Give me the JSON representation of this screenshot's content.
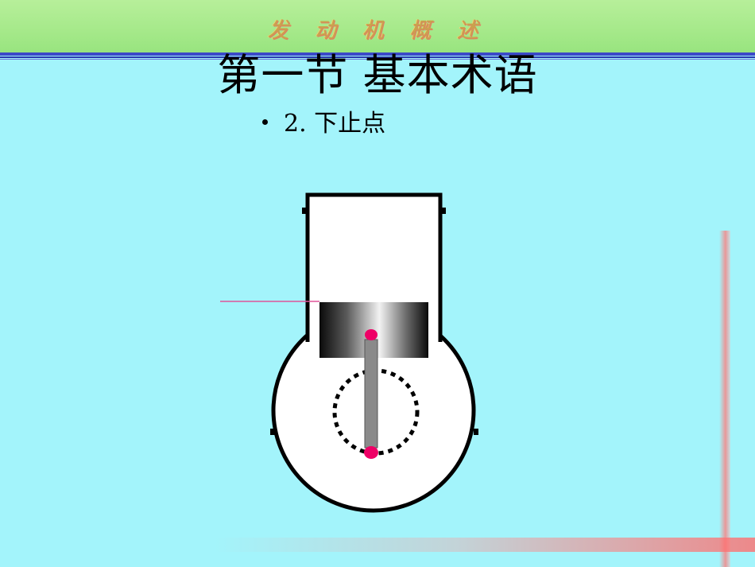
{
  "banner": {
    "title": "发 动 机 概 述"
  },
  "heading": {
    "text": "第一节   基本术语"
  },
  "bullet": {
    "text": "2.  下止点"
  }
}
